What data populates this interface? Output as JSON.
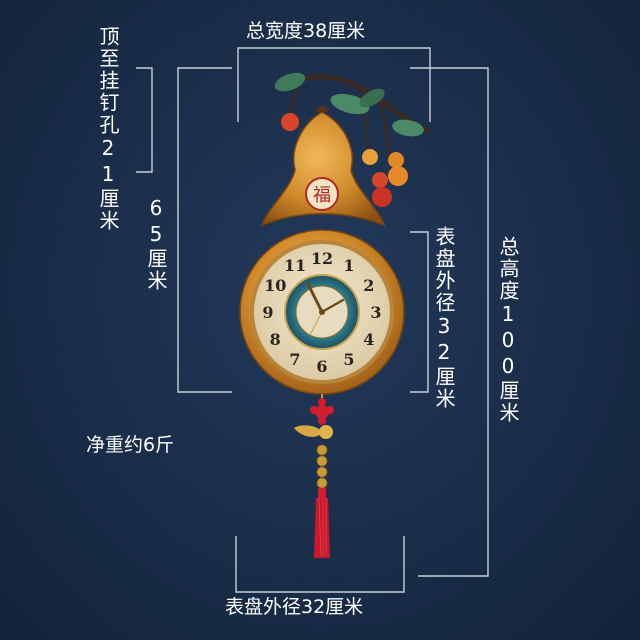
{
  "labels": {
    "total_width": "总宽度38厘米",
    "top_to_hook": "顶至挂钉孔21厘米",
    "height_65": "65厘米",
    "dial_outer_side": "表盘外径32厘米",
    "total_height": "总高度100厘米",
    "net_weight": "净重约6斤",
    "dial_outer_bottom": "表盘外径32厘米"
  },
  "clock_face": {
    "numerals": [
      "12",
      "1",
      "2",
      "3",
      "4",
      "5",
      "6",
      "7",
      "8",
      "9",
      "10",
      "11"
    ],
    "emblem": "福"
  },
  "colors": {
    "background": "#1b2f4a",
    "line": "#c9ced6",
    "gourd": "#d08a2a",
    "tassel": "#d21e2e"
  }
}
